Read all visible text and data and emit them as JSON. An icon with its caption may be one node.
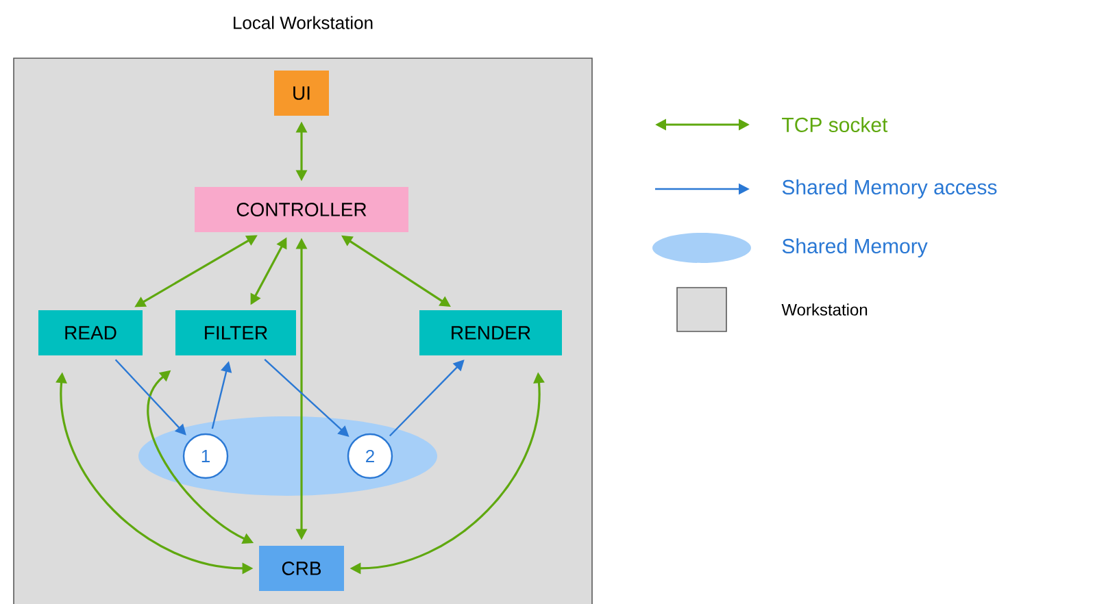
{
  "diagram": {
    "nodes": [
      {
        "text": [
          "Local Workstation"
        ]
      },
      {
        "text": [
          "UI"
        ],
        "in": 0
      },
      {
        "text": [
          "CONTROLLER"
        ],
        "in": 0
      },
      {
        "text": [
          "READ"
        ],
        "in": 0
      },
      {
        "text": [
          "FILTER"
        ],
        "in": 0
      },
      {
        "text": [
          "RENDER"
        ],
        "in": 0
      },
      {
        "text": [],
        "shape": "ellipse",
        "in": 0
      },
      {
        "text": [
          "1"
        ],
        "in": 6
      },
      {
        "text": [
          "2"
        ],
        "in": 6
      },
      {
        "text": [
          "CRB"
        ],
        "in": 0
      }
    ],
    "edges": [
      {
        "from": 1,
        "to": 2,
        "arrow": "both"
      },
      {
        "from": 2,
        "to": 3,
        "arrow": "both"
      },
      {
        "from": 2,
        "to": 4,
        "arrow": "both"
      },
      {
        "from": 2,
        "to": 5,
        "arrow": "both"
      },
      {
        "from": 2,
        "to": 9,
        "arrow": "both"
      },
      {
        "from": 3,
        "to": 9,
        "arrow": "both"
      },
      {
        "from": 4,
        "to": 9,
        "arrow": "both"
      },
      {
        "from": 5,
        "to": 9,
        "arrow": "both"
      },
      {
        "from": 3,
        "to": 7,
        "arrow": "to",
        "color": "#2a78d4"
      },
      {
        "from": 7,
        "to": 4,
        "arrow": "to",
        "color": "#2a78d4"
      },
      {
        "from": 4,
        "to": 8,
        "arrow": "to",
        "color": "#2a78d4"
      },
      {
        "from": 8,
        "to": 5,
        "arrow": "to",
        "color": "#2a78d4"
      }
    ],
    "legend": [
      {
        "text": "TCP socket"
      },
      {
        "text": "Shared Memory access"
      },
      {
        "text": "Shared Memory",
        "color": "#a6cff8"
      },
      {
        "text": "Workstation",
        "color": "#dcdcdc"
      }
    ]
  }
}
